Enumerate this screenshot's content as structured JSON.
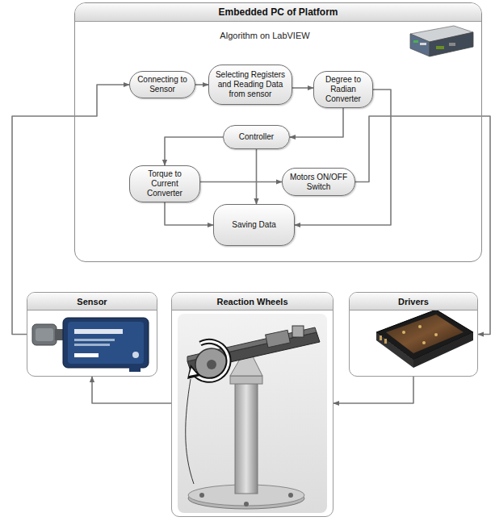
{
  "diagram": {
    "nodes": [
      {
        "text": [
          "Embedded PC of Platform",
          "Algorithm on LabVIEW"
        ]
      },
      {
        "text": [
          "Connecting to Sensor"
        ],
        "in": 0
      },
      {
        "text": [
          "Selecting Registers and Reading Data from sensor"
        ],
        "in": 0
      },
      {
        "text": [
          "Degree to Radian Converter"
        ],
        "in": 0
      },
      {
        "text": [
          "Controller"
        ],
        "in": 0
      },
      {
        "text": [
          "Torque to Current Converter"
        ],
        "in": 0
      },
      {
        "text": [
          "Motors ON/OFF Switch"
        ],
        "in": 0
      },
      {
        "text": [
          "Saving Data"
        ],
        "in": 0
      },
      {
        "text": [
          "Sensor"
        ]
      },
      {
        "text": [
          "Reaction Wheels"
        ]
      },
      {
        "text": [
          "Drivers"
        ]
      }
    ],
    "edges": [
      {
        "from": 1,
        "to": 2,
        "arrow": "to"
      },
      {
        "from": 2,
        "to": 3,
        "arrow": "to"
      },
      {
        "from": 3,
        "to": 4,
        "arrow": "to"
      },
      {
        "from": 4,
        "to": 5,
        "arrow": "to"
      },
      {
        "from": 5,
        "to": 6,
        "arrow": "to"
      },
      {
        "from": 4,
        "to": 7,
        "arrow": "to"
      },
      {
        "from": 5,
        "to": 7,
        "arrow": "to"
      },
      {
        "from": 3,
        "to": 7,
        "arrow": "to"
      },
      {
        "from": 6,
        "to": 10,
        "arrow": "to"
      },
      {
        "from": 10,
        "to": 9,
        "arrow": "to"
      },
      {
        "from": 9,
        "to": 8,
        "arrow": "to"
      },
      {
        "from": 8,
        "to": 1,
        "arrow": "to"
      }
    ]
  }
}
